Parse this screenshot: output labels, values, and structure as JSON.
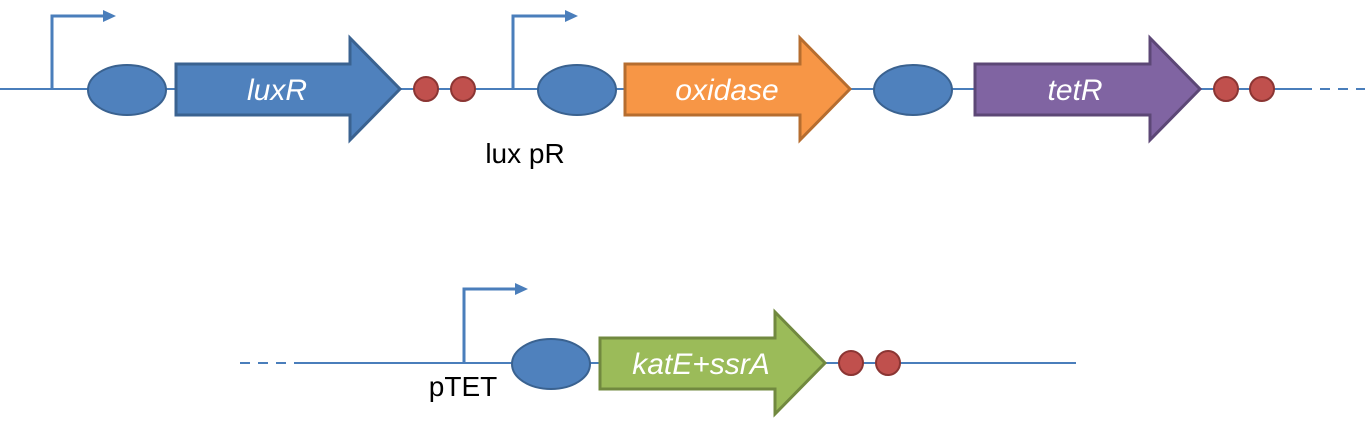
{
  "colors": {
    "backbone": "#4a7ebb",
    "promoter": "#4a7ebb",
    "rbs_fill": "#4f81bd",
    "rbs_stroke": "#3a6290",
    "terminator_fill": "#c0504d",
    "terminator_stroke": "#8b3533",
    "text_light": "#ffffff",
    "text_dark": "#000000"
  },
  "genes": {
    "luxR": {
      "label": "luxR",
      "fill": "#4f81bd",
      "stroke": "#3a6290"
    },
    "oxidase": {
      "label": "oxidase",
      "fill": "#f79646",
      "stroke": "#b66d2f"
    },
    "tetR": {
      "label": "tetR",
      "fill": "#8064a2",
      "stroke": "#5c4776"
    },
    "katE": {
      "label": "katE+ssrA",
      "fill": "#9bbb59",
      "stroke": "#71893f"
    }
  },
  "promoters": {
    "lux_pR": {
      "label": "lux pR"
    },
    "pTET": {
      "label": "pTET"
    }
  }
}
